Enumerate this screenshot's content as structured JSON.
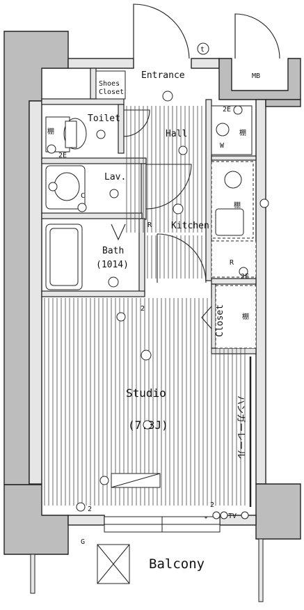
{
  "plan": {
    "rooms": {
      "entrance": "Entrance",
      "shoes_closet_line1": "Shoes",
      "shoes_closet_line2": "Closet",
      "toilet": "Toilet",
      "hall": "Hall",
      "lav": "Lav.",
      "kitchen": "Kitchen",
      "bath": "Bath",
      "bath_size": "(1014)",
      "closet": "Closet",
      "studio": "Studio",
      "studio_size": "(7.3J)",
      "balcony": "Balcony",
      "hanger_rail": "ハンガーレール"
    },
    "marks": {
      "t": "t",
      "mb": "MB",
      "shelf": "棚",
      "w": "W",
      "c": "C",
      "r": "R",
      "g": "G",
      "tv": "TV",
      "two": "2",
      "two_e": "2E"
    }
  }
}
